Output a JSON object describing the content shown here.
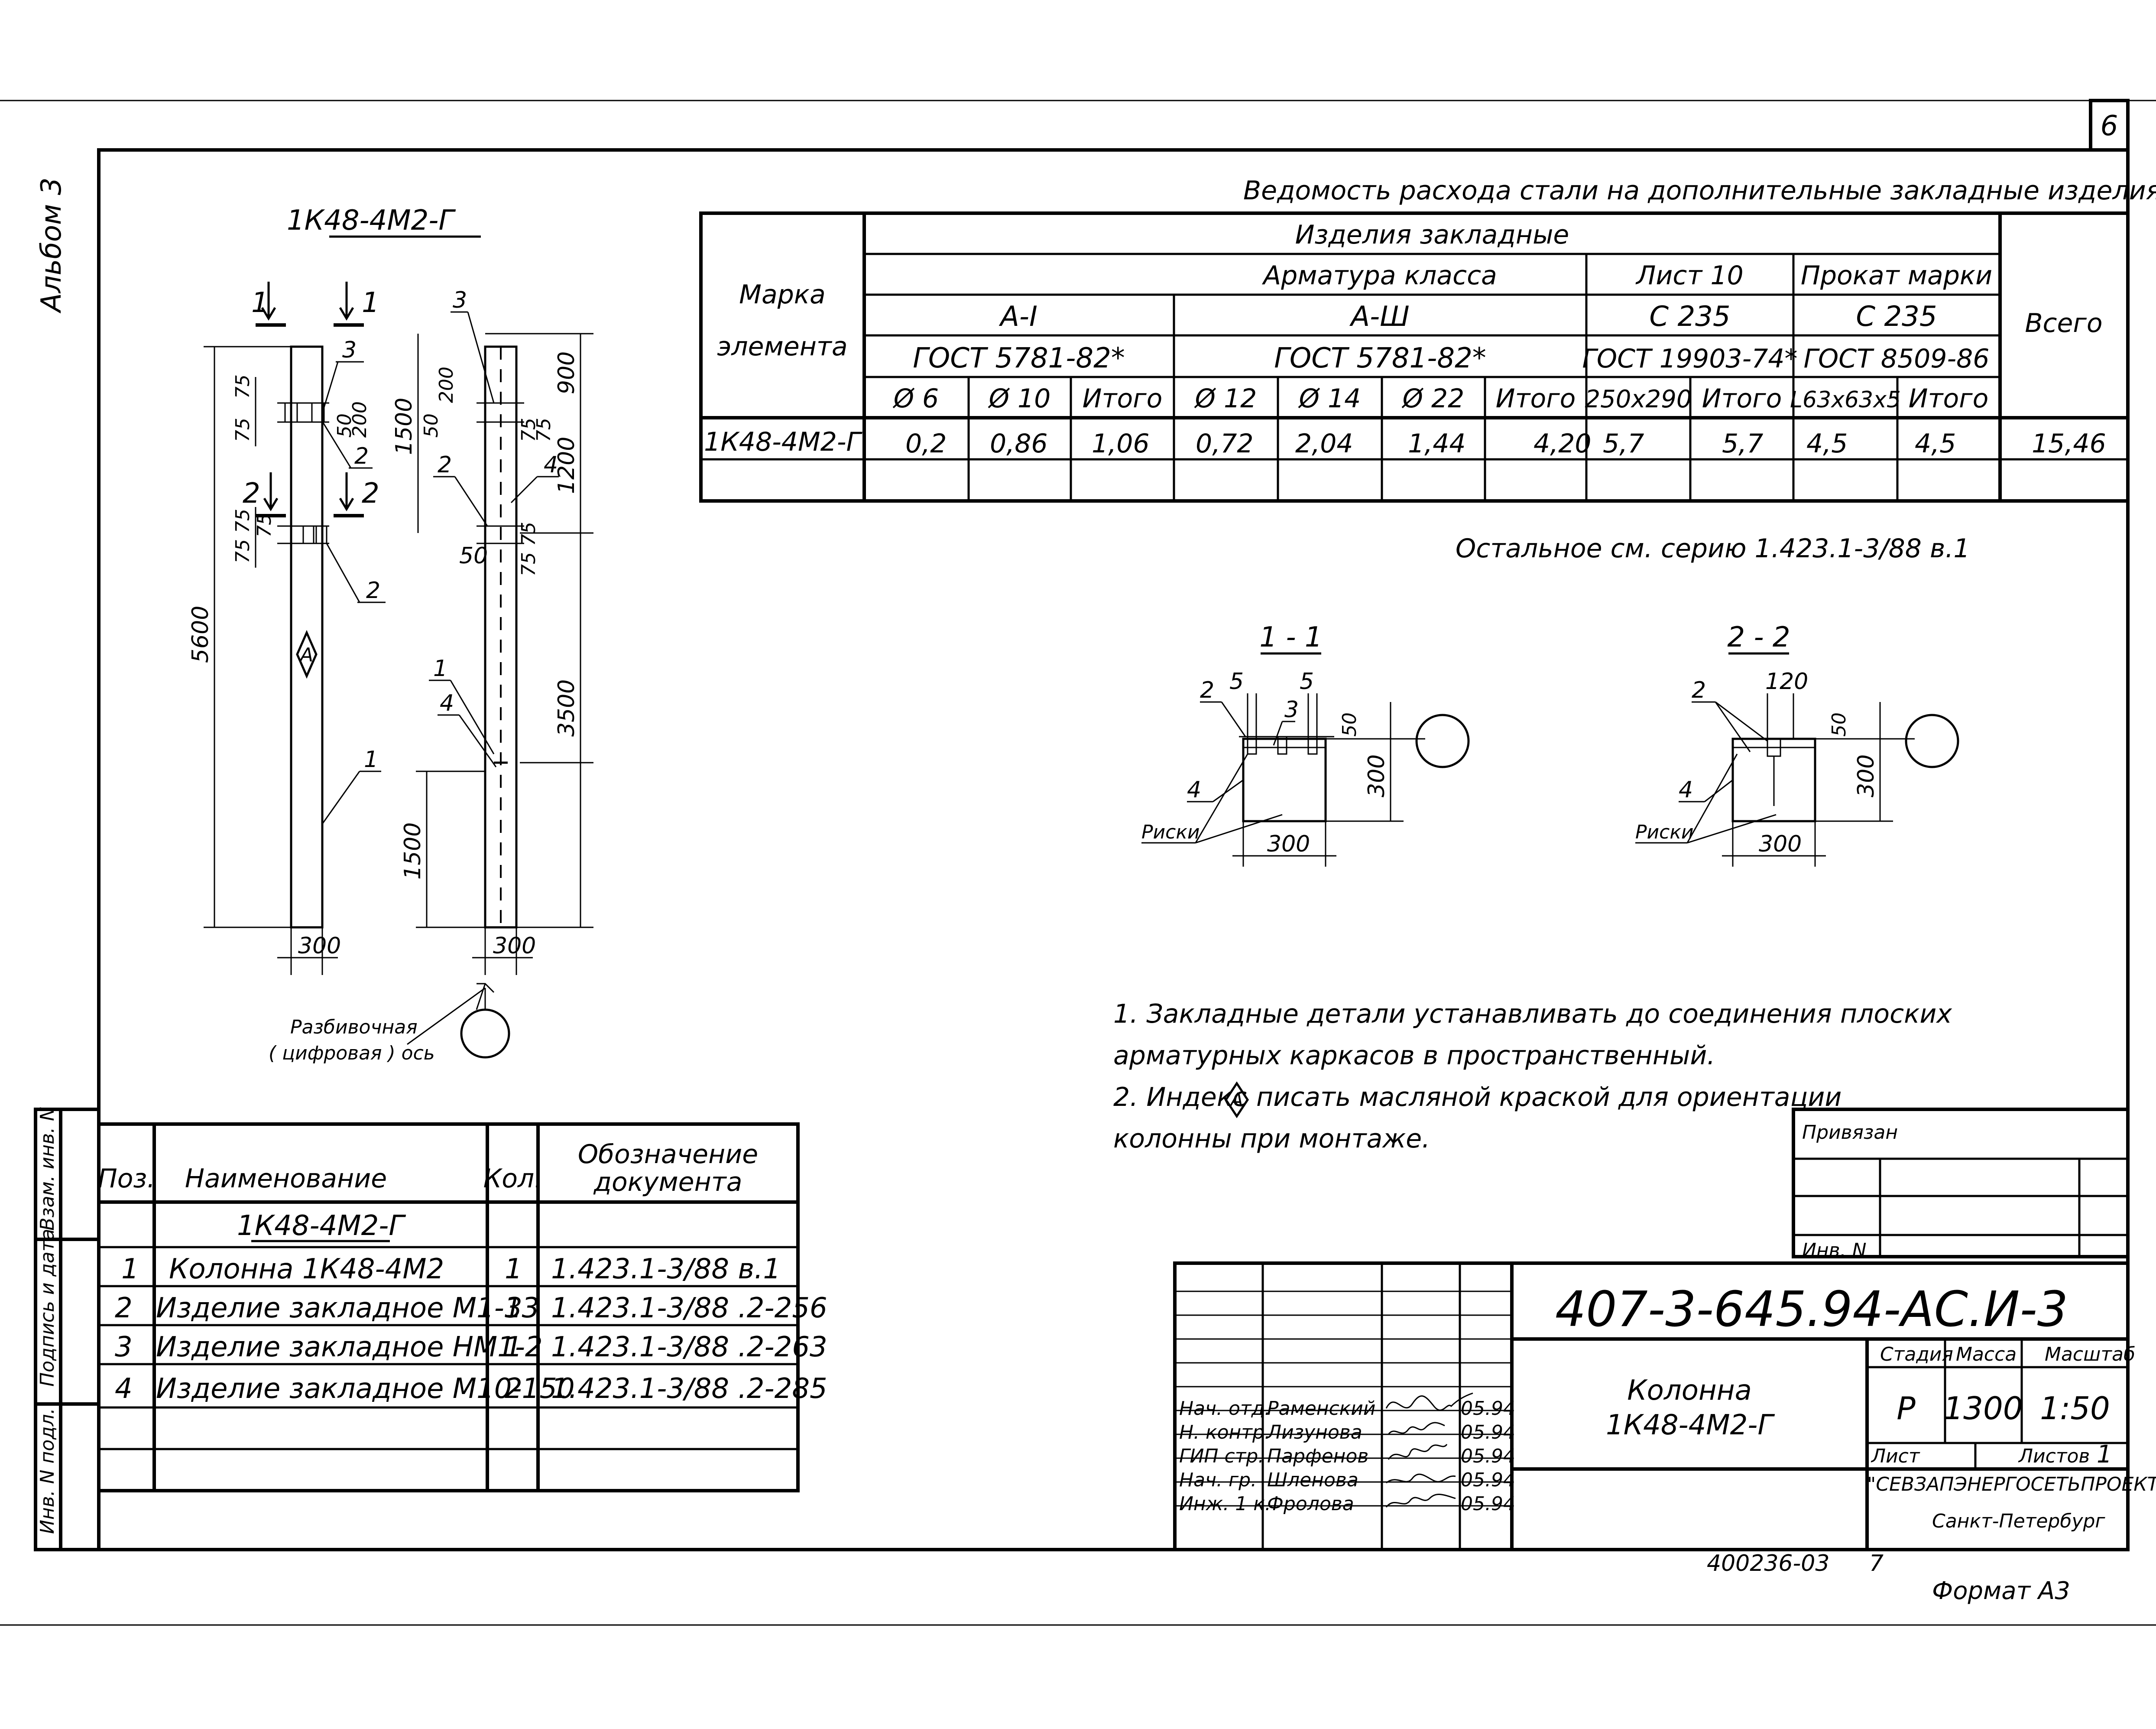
{
  "sheet": {
    "number": "6",
    "album": "Альбом 3",
    "format": "Формат А3",
    "archive_no": "400236-03",
    "archive_sheet": "7"
  },
  "drawing": {
    "title": "1К48-4М2-Г",
    "cut_marks": [
      "1",
      "1",
      "2",
      "2"
    ],
    "dims_front": [
      "75",
      "75",
      "50",
      "200",
      "75",
      "75",
      "75",
      "5600",
      "300"
    ],
    "dims_side": [
      "50",
      "200",
      "1500",
      "900",
      "75",
      "75",
      "1200",
      "75",
      "75",
      "50",
      "3500",
      "1500",
      "300"
    ],
    "callouts": [
      "3",
      "2",
      "2",
      "3",
      "2",
      "4",
      "1",
      "4",
      "1"
    ],
    "index_symbol": "А",
    "axis_label_line1": "Разбивочная",
    "axis_label_line2": "( цифровая ) ось"
  },
  "steel_table": {
    "title": "Ведомость расхода стали на дополнительные закладные изделия, кг",
    "mark_header_line1": "Марка",
    "mark_header_line2": "элемента",
    "group_header": "Изделия закладные",
    "armature_header": "Арматура класса",
    "list_header": "Лист 10",
    "prokat_header": "Прокат марки",
    "total_header": "Всего",
    "class_a1": "А-I",
    "class_a3": "А-Ш",
    "steel_c235_a": "С 235",
    "steel_c235_b": "С 235",
    "gost_a1": "ГОСТ 5781-82*",
    "gost_a3": "ГОСТ 5781-82*",
    "gost_list": "ГОСТ 19903-74*",
    "gost_prokat": "ГОСТ 8509-86",
    "subheaders": [
      "Ø 6",
      "Ø 10",
      "Итого",
      "Ø 12",
      "Ø 14",
      "Ø 22",
      "Итого",
      "250х290",
      "Итого",
      "L63х63х5",
      "Итого"
    ],
    "row_mark": "1К48-4М2-Г",
    "row_values": [
      "0,2",
      "0,86",
      "1,06",
      "0,72",
      "2,04",
      "1,44",
      "4,20",
      "5,7",
      "5,7",
      "4,5",
      "4,5",
      "15,46"
    ]
  },
  "see_also": "Остальное см. серию 1.423.1-3/88 в.1",
  "sections": {
    "s1": {
      "title": "1 - 1",
      "dims": [
        "5",
        "5",
        "50",
        "300",
        "300"
      ],
      "callouts": [
        "2",
        "3",
        "4"
      ],
      "label": "Риски"
    },
    "s2": {
      "title": "2 - 2",
      "dims": [
        "120",
        "50",
        "300",
        "300"
      ],
      "callouts": [
        "2",
        "4"
      ],
      "label": "Риски"
    }
  },
  "notes": [
    "1. Закладные детали устанавливать до соединения плоских",
    "арматурных каркасов в пространственный.",
    "2. Индекс",
    "писать масляной краской для ориентации",
    "колонны при монтаже."
  ],
  "spec_table": {
    "headers": [
      "Поз.",
      "Наименование",
      "Кол.",
      "Обозначение",
      "документа"
    ],
    "group": "1К48-4М2-Г",
    "rows": [
      {
        "pos": "1",
        "name": "Колонна 1К48-4М2",
        "qty": "1",
        "doc": "1.423.1-3/88 в.1"
      },
      {
        "pos": "2",
        "name": "Изделие закладное М1-13",
        "qty": "3",
        "doc": "1.423.1-3/88 .2-256"
      },
      {
        "pos": "3",
        "name": "Изделие закладное НМ1-2",
        "qty": "1",
        "doc": "1.423.1-3/88 .2-263"
      },
      {
        "pos": "4",
        "name": "Изделие закладное М10-150",
        "qty": "2",
        "doc": "1.423.1-3/88 .2-285"
      }
    ]
  },
  "side_stamp": [
    "Взам. инв. N",
    "Подпись и дата",
    "Инв. N подл."
  ],
  "title_block": {
    "privyazan": "Привязан",
    "inv_no": "Инв. N",
    "code": "407-3-645.94-АС.И-3",
    "name_line1": "Колонна",
    "name_line2": "1К48-4М2-Г",
    "stage_label": "Стадия",
    "mass_label": "Масса",
    "scale_label": "Масштаб",
    "stage": "Р",
    "mass": "1300",
    "scale": "1:50",
    "sheet_label": "Лист",
    "sheets_label": "Листов",
    "sheets": "1",
    "org": "\"СЕВЗАПЭНЕРГОСЕТЬПРОЕКТ\"",
    "city": "Санкт-Петербург",
    "staff": [
      {
        "role": "Нач. отд.",
        "name": "Раменский",
        "date": "05.94"
      },
      {
        "role": "Н. контр.",
        "name": "Лизунова",
        "date": "05.94"
      },
      {
        "role": "ГИП стр.",
        "name": "Парфенов",
        "date": "05.94"
      },
      {
        "role": "Нач. гр.",
        "name": "Шленова",
        "date": "05.94"
      },
      {
        "role": "Инж. 1 к.",
        "name": "Фролова",
        "date": "05.94"
      }
    ]
  }
}
